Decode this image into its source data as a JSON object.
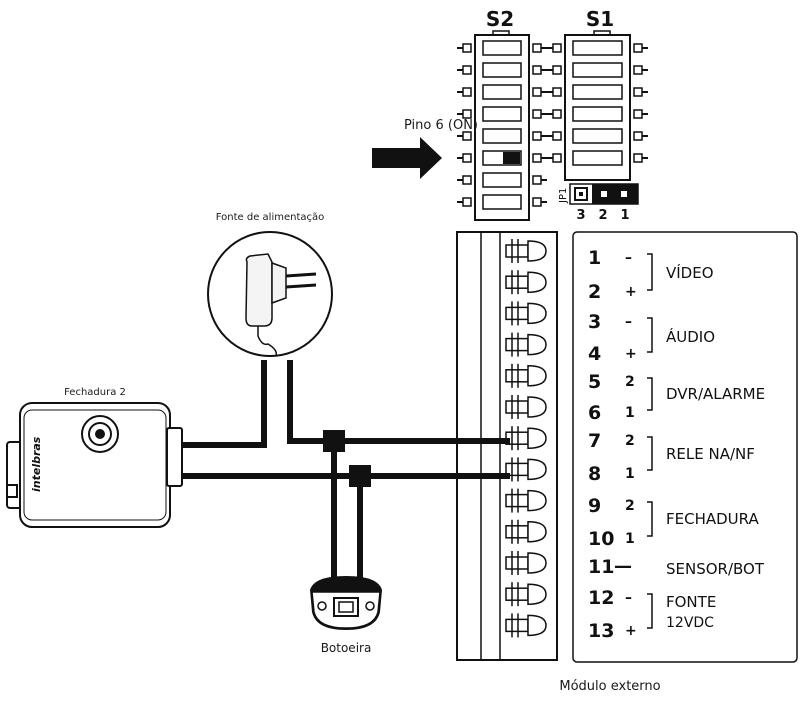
{
  "dip_switches": {
    "s2_label": "S2",
    "s1_label": "S1",
    "pin_note": "Pino 6 (ON)",
    "jumper_label": "JP1",
    "jumper_pins": [
      "3",
      "2",
      "1"
    ]
  },
  "components": {
    "power_supply": "Fonte de alimentação",
    "lock": "Fechadura 2",
    "lock_brand": "intelbras",
    "button": "Botoeira",
    "module": "Módulo externo"
  },
  "terminals": [
    {
      "num": "1",
      "sign": "–"
    },
    {
      "num": "2",
      "sign": "+"
    },
    {
      "num": "3",
      "sign": "–"
    },
    {
      "num": "4",
      "sign": "+"
    },
    {
      "num": "5",
      "sign": "2"
    },
    {
      "num": "6",
      "sign": "1"
    },
    {
      "num": "7",
      "sign": "2"
    },
    {
      "num": "8",
      "sign": "1"
    },
    {
      "num": "9",
      "sign": "2"
    },
    {
      "num": "10",
      "sign": "1"
    },
    {
      "num": "11",
      "sign": "—"
    },
    {
      "num": "12",
      "sign": "–"
    },
    {
      "num": "13",
      "sign": "+"
    }
  ],
  "groups": [
    {
      "label": "VÍDEO"
    },
    {
      "label": "ÁUDIO"
    },
    {
      "label": "DVR/ALARME"
    },
    {
      "label": "RELE NA/NF"
    },
    {
      "label": "FECHADURA"
    },
    {
      "label": "SENSOR/BOT"
    },
    {
      "label": "FONTE",
      "label2": "12VDC"
    }
  ]
}
